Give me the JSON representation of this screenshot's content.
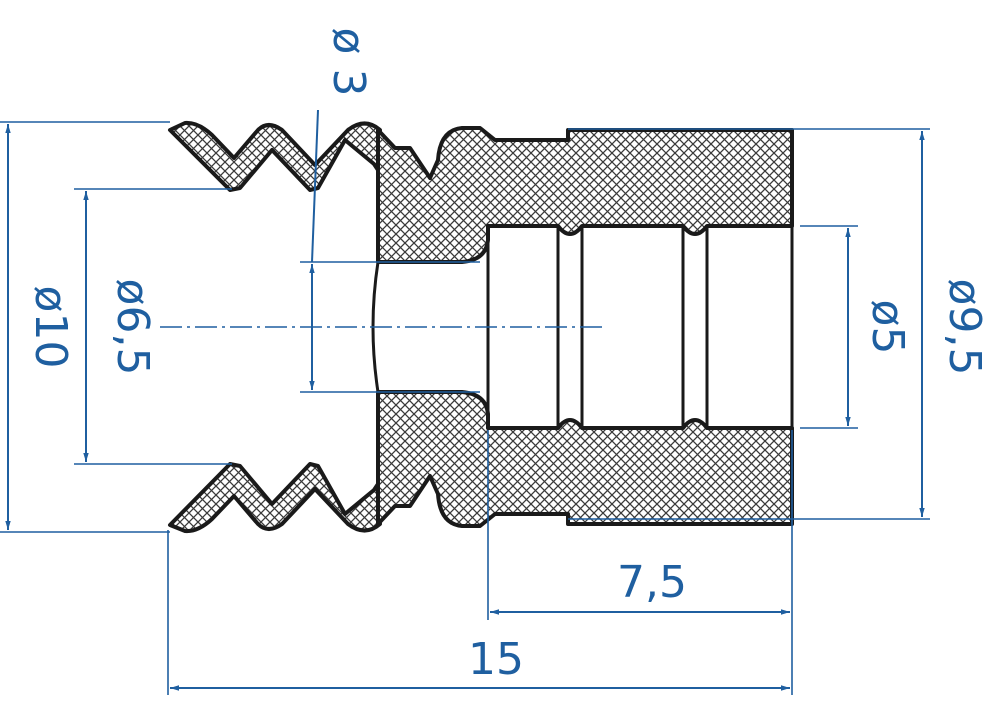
{
  "colors": {
    "dimension": "#1f5fa0",
    "outline": "#1a1a1a",
    "hatch": "#3a3a3a",
    "background": "#ffffff"
  },
  "dimensions": {
    "d3": "ø 3",
    "d10": "ø10",
    "d6_5": "ø6,5",
    "d5": "ø5",
    "d9_5": "ø9,5",
    "l7_5": "7,5",
    "l15": "15"
  }
}
